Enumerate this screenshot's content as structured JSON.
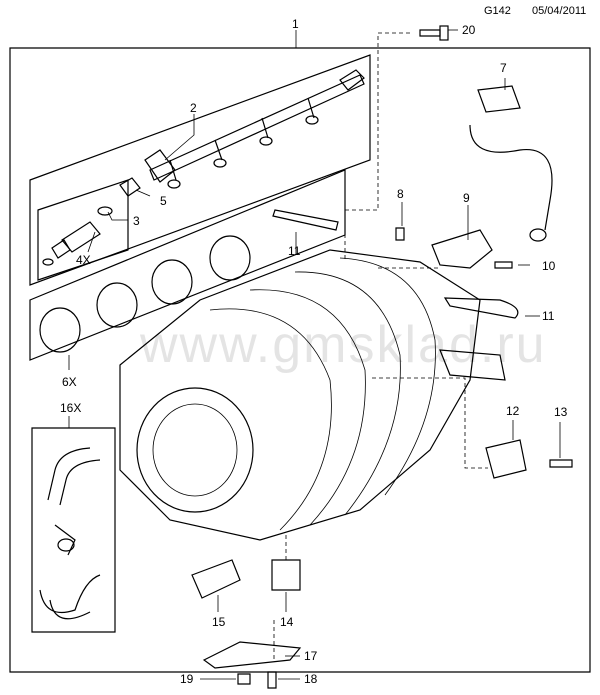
{
  "header": {
    "code": "G142",
    "date": "05/04/2011"
  },
  "watermark": "www.gmsklad.ru",
  "callouts": [
    {
      "id": "c1",
      "text": "1"
    },
    {
      "id": "c2",
      "text": "2"
    },
    {
      "id": "c3",
      "text": "3"
    },
    {
      "id": "c4x",
      "text": "4X"
    },
    {
      "id": "c5",
      "text": "5"
    },
    {
      "id": "c6x",
      "text": "6X"
    },
    {
      "id": "c7",
      "text": "7"
    },
    {
      "id": "c8",
      "text": "8"
    },
    {
      "id": "c9",
      "text": "9"
    },
    {
      "id": "c10",
      "text": "10"
    },
    {
      "id": "c11a",
      "text": "11"
    },
    {
      "id": "c11b",
      "text": "11"
    },
    {
      "id": "c12",
      "text": "12"
    },
    {
      "id": "c13",
      "text": "13"
    },
    {
      "id": "c14",
      "text": "14"
    },
    {
      "id": "c15",
      "text": "15"
    },
    {
      "id": "c16x",
      "text": "16X"
    },
    {
      "id": "c17",
      "text": "17"
    },
    {
      "id": "c18",
      "text": "18"
    },
    {
      "id": "c19",
      "text": "19"
    },
    {
      "id": "c20",
      "text": "20"
    }
  ]
}
